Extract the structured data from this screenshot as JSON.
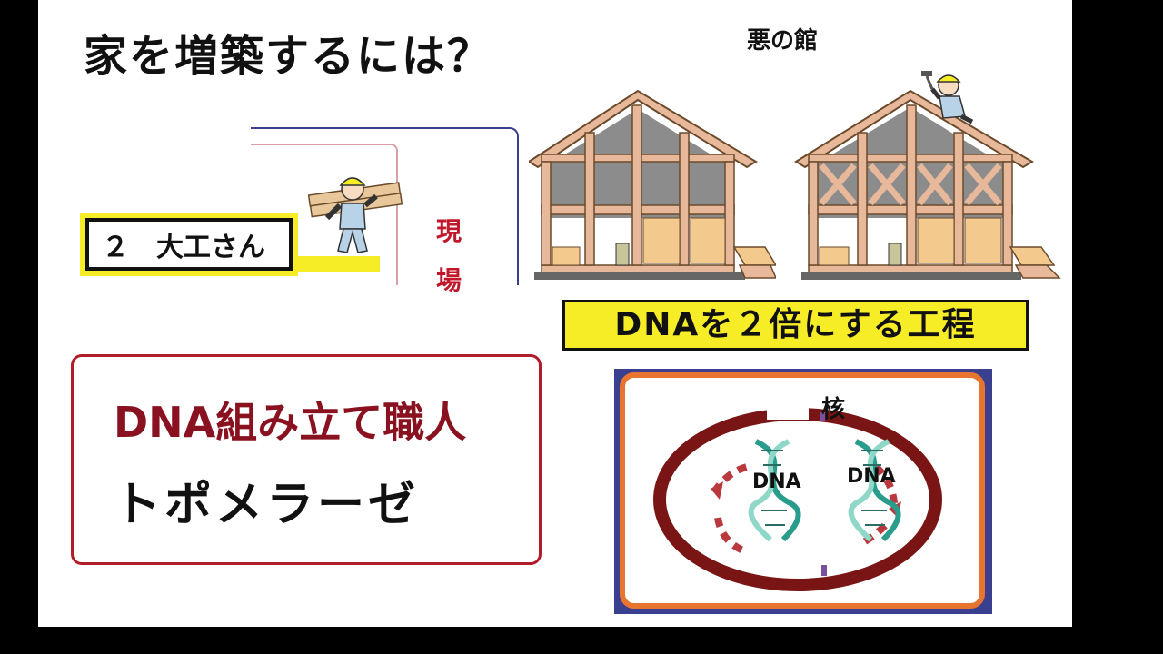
{
  "slide": {
    "title": "家を増築するには？",
    "mansion_label": "悪の館",
    "carpenter_label": "２　大工さん",
    "site_label_1": "現",
    "site_label_2": "場",
    "process_label": "DNAを２倍にする工程",
    "worker_title": "DNA組み立て職人",
    "worker_name": "トポメラーゼ",
    "nucleus_label": "核",
    "dna_label_left": "DNA",
    "dna_label_right": "DNA"
  },
  "colors": {
    "background": "#000000",
    "slide": "#ffffff",
    "highlight_yellow": "#f7ed27",
    "accent_red": "#b11c2a",
    "dark_red": "#8a1220",
    "frame_blue": "#3a3f8f",
    "cell_orange": "#e8752f",
    "wood": "#e8b89a"
  },
  "icons": {
    "carpenter": "carpenter-carrying-wood-icon",
    "house_left": "house-frame-icon",
    "house_right": "house-frame-braced-icon",
    "roofer": "worker-with-hammer-icon",
    "nucleus": "cell-nucleus-icon",
    "dna": "dna-helix-icon"
  }
}
